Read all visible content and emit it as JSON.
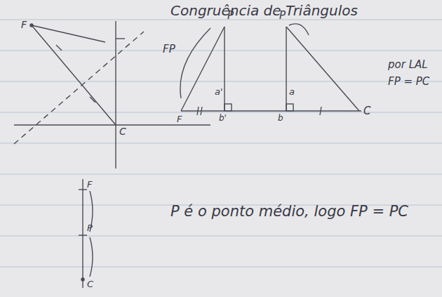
{
  "diagram": {
    "title": "Congruência de Triângulos",
    "labels": [
      "F",
      "C",
      "FP",
      "P",
      "a'",
      "F",
      "b'",
      "P",
      "a",
      "b",
      "C",
      "por LAL",
      "FP = PC",
      "F",
      "P",
      "C",
      "P é o ponto médio, logo FP = PC"
    ]
  }
}
